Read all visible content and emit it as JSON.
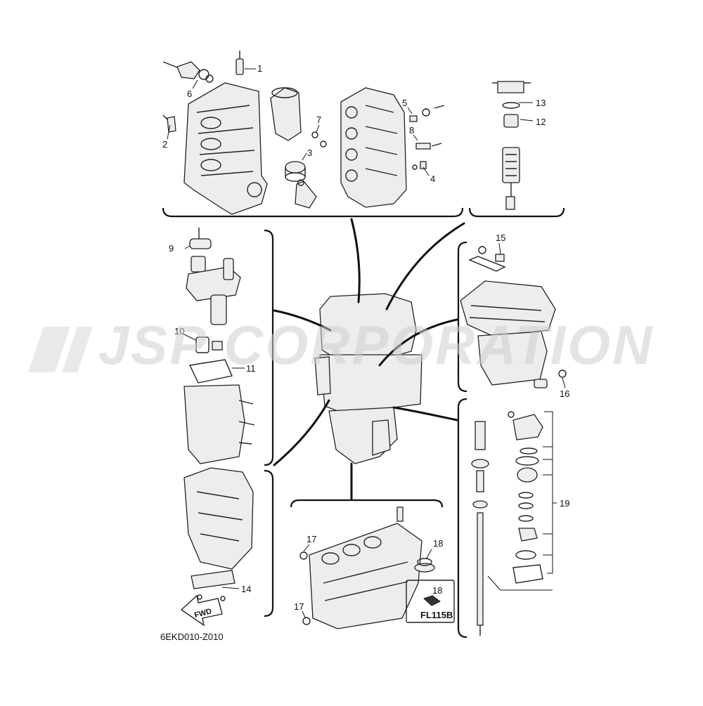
{
  "watermark": "JSP CORPORATION",
  "diagram_code": "6EKD010-Z010",
  "fwd_label": "FWD",
  "inset_label": "FL115B",
  "callouts": [
    "1",
    "2",
    "3",
    "4",
    "5",
    "6",
    "7",
    "8",
    "9",
    "10",
    "11",
    "12",
    "13",
    "14",
    "15",
    "16",
    "17",
    "17",
    "18",
    "18",
    "19"
  ]
}
